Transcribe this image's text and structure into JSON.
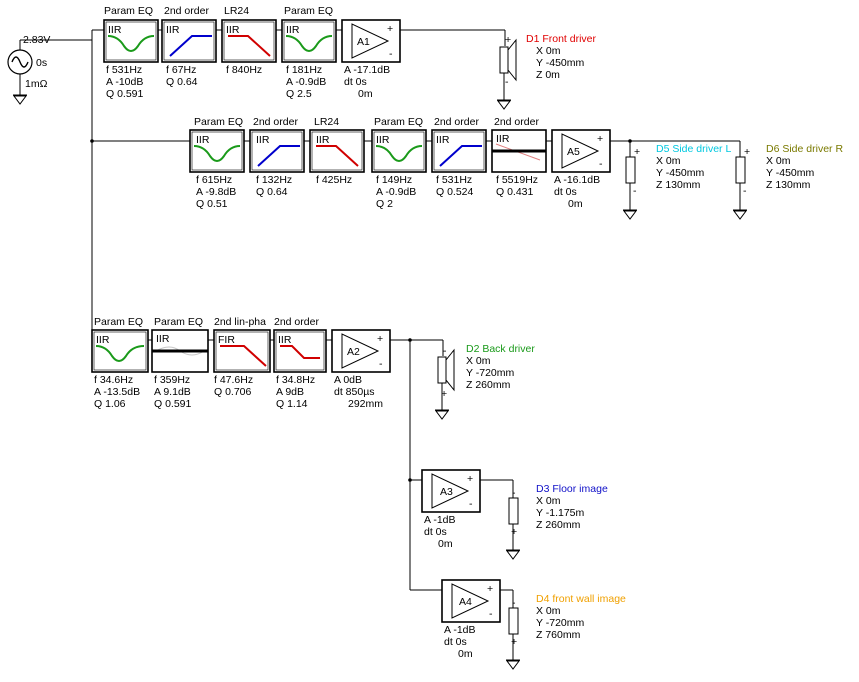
{
  "source": {
    "voltage": "2.83V",
    "delay": "0s",
    "resistance": "1mΩ"
  },
  "chain1": {
    "b1": {
      "title": "Param EQ",
      "type": "IIR",
      "l1": "f   531Hz",
      "l2": "A  -10dB",
      "l3": "Q  0.591"
    },
    "b2": {
      "title": "2nd order",
      "type": "IIR",
      "l1": "f   67Hz",
      "l2": "Q  0.64"
    },
    "b3": {
      "title": "LR24",
      "type": "IIR",
      "l1": "f   840Hz"
    },
    "b4": {
      "title": "Param EQ",
      "type": "IIR",
      "l1": "f   181Hz",
      "l2": "A  -0.9dB",
      "l3": "Q  2.5"
    },
    "amp": {
      "label": "A1",
      "l1": "A  -17.1dB",
      "l2": "dt 0s",
      "l3": "0m"
    }
  },
  "chain2": {
    "b1": {
      "title": "Param EQ",
      "type": "IIR",
      "l1": "f   615Hz",
      "l2": "A  -9.8dB",
      "l3": "Q  0.51"
    },
    "b2": {
      "title": "2nd order",
      "type": "IIR",
      "l1": "f   132Hz",
      "l2": "Q  0.64"
    },
    "b3": {
      "title": "LR24",
      "type": "IIR",
      "l1": "f   425Hz"
    },
    "b4": {
      "title": "Param EQ",
      "type": "IIR",
      "l1": "f   149Hz",
      "l2": "A  -0.9dB",
      "l3": "Q  2"
    },
    "b5": {
      "title": "2nd order",
      "type": "IIR",
      "l1": "f   531Hz",
      "l2": "Q  0.524"
    },
    "b6": {
      "title": "2nd order",
      "type": "IIR",
      "l1": "f   5519Hz",
      "l2": "Q  0.431"
    },
    "amp": {
      "label": "A5",
      "l1": "A  -16.1dB",
      "l2": "dt 0s",
      "l3": "0m"
    }
  },
  "chain3": {
    "b1": {
      "title": "Param EQ",
      "type": "IIR",
      "l1": "f   34.6Hz",
      "l2": "A  -13.5dB",
      "l3": "Q  1.06"
    },
    "b2": {
      "title": "Param EQ",
      "type": "IIR",
      "l1": "f   359Hz",
      "l2": "A  9.1dB",
      "l3": "Q  0.591"
    },
    "b3": {
      "title": "2nd lin-pha",
      "type": "FIR",
      "l1": "f   47.6Hz",
      "l2": "Q  0.706"
    },
    "b4": {
      "title": "2nd order",
      "type": "IIR",
      "l1": "f   34.8Hz",
      "l2": "A  9dB",
      "l3": "Q  1.14"
    },
    "amp": {
      "label": "A2",
      "l1": "A  0dB",
      "l2": "dt 850µs",
      "l3": "292mm"
    }
  },
  "amp3": {
    "label": "A3",
    "l1": "A  -1dB",
    "l2": "dt 0s",
    "l3": "0m"
  },
  "amp4": {
    "label": "A4",
    "l1": "A  -1dB",
    "l2": "dt 0s",
    "l3": "0m"
  },
  "drivers": {
    "d1": {
      "name": "D1 Front driver",
      "x": "X  0m",
      "y": "Y  -450mm",
      "z": "Z  0m",
      "color": "#e00000"
    },
    "d5": {
      "name": "D5 Side driver L",
      "x": "X  0m",
      "y": "Y  -450mm",
      "z": "Z  130mm",
      "color": "#00c8e0"
    },
    "d6": {
      "name": "D6 Side driver R",
      "x": "X  0m",
      "y": "Y  -450mm",
      "z": "Z  130mm",
      "color": "#7a7a00"
    },
    "d2": {
      "name": "D2 Back driver",
      "x": "X  0m",
      "y": "Y  -720mm",
      "z": "Z  260mm",
      "color": "#1a9a1a"
    },
    "d3": {
      "name": "D3 Floor image",
      "x": "X  0m",
      "y": "Y  -1.175m",
      "z": "Z  260mm",
      "color": "#1010c8"
    },
    "d4": {
      "name": "D4 front wall image",
      "x": "X  0m",
      "y": "Y  -720mm",
      "z": "Z  760mm",
      "color": "#f0a000"
    }
  },
  "pins": {
    "plus": "+",
    "minus": "-"
  }
}
